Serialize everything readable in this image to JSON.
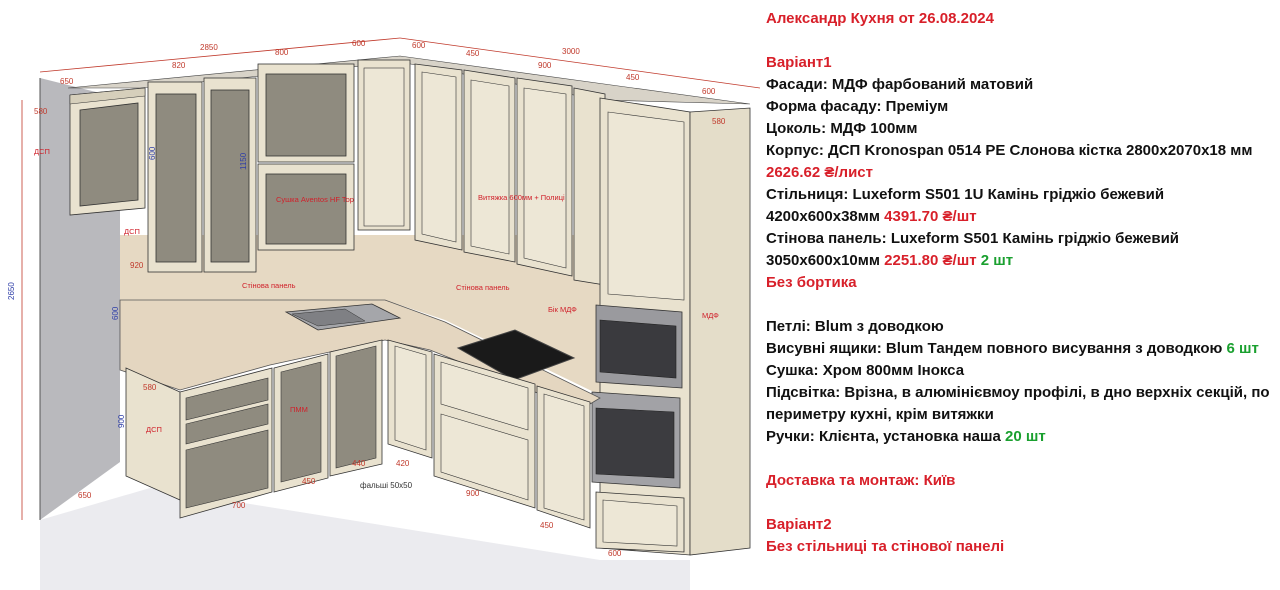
{
  "title": "Александр Кухня от 26.08.2024",
  "variant1": {
    "heading": "Варіант1",
    "facades": "Фасади: МДФ фарбований матовий",
    "facade_form": "Форма фасаду: Преміум",
    "plinth": "Цоколь: МДФ 100мм",
    "body_text": "Корпус: ДСП Kronospan 0514 PE Слонова кістка 2800x2070x18 мм",
    "body_price": "2626.62 ₴/лист",
    "countertop_text": "Стільниця: Luxeform S501 1U Камінь гріджіо бежевий 4200x600x38мм",
    "countertop_price": "4391.70 ₴/шт",
    "wallpanel_text": "Стінова панель: Luxeform S501 Камінь гріджіо бежевий 3050x600x10мм",
    "wallpanel_price": "2251.80 ₴/шт",
    "wallpanel_qty": "2 шт",
    "no_edge": "Без бортика",
    "hinges": "Петлі: Blum з доводкою",
    "drawers_text": "Висувні ящики: Blum Тандем повного висування з доводкою",
    "drawers_qty": "6 шт",
    "dryer": "Сушка: Хром 800мм Інокса",
    "lighting": "Підсвітка: Врізна, в алюмінієвмоу профілі, в дно верхніх секцій, по периметру кухні, крім витяжки",
    "handles_text": "Ручки: Клієнта, установка наша",
    "handles_qty": "20 шт",
    "delivery": "Доставка та монтаж: Київ"
  },
  "variant2": {
    "heading": "Варіант2",
    "note": "Без стільниці та стінової панелі"
  },
  "drawing": {
    "dims": {
      "d2850": "2850",
      "d3000": "3000",
      "d650a": "650",
      "d820": "820",
      "d800": "800",
      "d600a": "600",
      "d600b": "600",
      "d450a": "450",
      "d900a": "900",
      "d450b": "450",
      "d600c": "600",
      "d580a": "580",
      "d580b": "580",
      "d600v": "600",
      "d1150": "1150",
      "d920": "920",
      "d2650": "2650",
      "d600w": "600",
      "d580c": "580",
      "d900v": "900",
      "d650b": "650",
      "d700": "700",
      "d450c": "450",
      "d440": "440",
      "d420": "420",
      "d900b": "900",
      "d450d": "450",
      "d600d": "600"
    },
    "labels": {
      "dsp1": "ДСП",
      "dsp2": "ДСП",
      "dsp3": "ДСП",
      "dryer": "Сушка Aventos HF Top",
      "hood": "Витяжка 600мм + Полиці",
      "panel1": "Стінова панель",
      "panel2": "Стінова панель",
      "bik": "Бік МДФ",
      "mdf": "МДФ",
      "pmm": "ПММ",
      "falshi": "фальші 50x50"
    }
  },
  "colors": {
    "accent_red": "#d8202a",
    "accent_green": "#1aa02f",
    "cabinet": "#e9e2cf",
    "frame_panel": "#8f8b7f",
    "countertop": "#e4d6c0",
    "wall": "#b9b9bd",
    "floor": "#ececef"
  }
}
